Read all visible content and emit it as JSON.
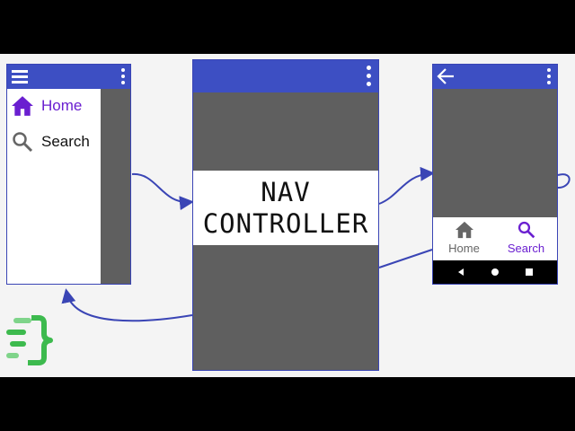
{
  "drawer_screen": {
    "items": [
      {
        "label": "Home",
        "icon": "home-icon",
        "active": true
      },
      {
        "label": "Search",
        "icon": "search-icon",
        "active": false
      }
    ]
  },
  "nav_controller": {
    "title_line1": "NAV",
    "title_line2": "CONTROLLER"
  },
  "bottom_nav_screen": {
    "items": [
      {
        "label": "Home",
        "icon": "home-icon",
        "active": false
      },
      {
        "label": "Search",
        "icon": "search-icon",
        "active": true
      }
    ]
  },
  "colors": {
    "app_bar": "#3d4fc3",
    "active_item": "#6a1fd0",
    "arrow": "#3a45b5",
    "screen_content": "#5f5f5f",
    "logo": "#3dba4e"
  }
}
